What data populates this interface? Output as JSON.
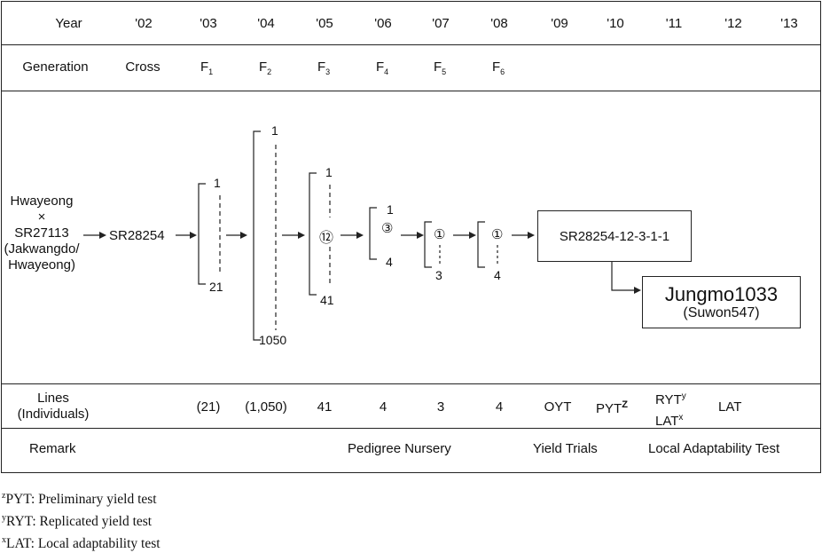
{
  "header": {
    "year_label": "Year",
    "years": [
      "'02",
      "'03",
      "'04",
      "'05",
      "'06",
      "'07",
      "'08",
      "'09",
      "'10",
      "'11",
      "'12",
      "'13"
    ]
  },
  "generation": {
    "label": "Generation",
    "cross": "Cross",
    "f_prefix": "F",
    "f_subs": [
      "1",
      "2",
      "3",
      "4",
      "5",
      "6"
    ]
  },
  "diagram": {
    "parent_line1": "Hwayeong",
    "parent_cross": "×",
    "parent_line2": "SR27113",
    "parent_line3": "(Jakwangdo/",
    "parent_line4": "Hwayeong)",
    "cross_name": "SR28254",
    "f1": {
      "top": "1",
      "bottom": "21"
    },
    "f2": {
      "top": "1",
      "bottom": "1050"
    },
    "f3": {
      "top": "1",
      "bottom": "41",
      "selected": "⑫"
    },
    "f4": {
      "top": "1",
      "bottom": "4",
      "selected": "③"
    },
    "f5": {
      "bottom": "3",
      "selected": "①"
    },
    "f6": {
      "bottom": "4",
      "selected": "①"
    },
    "line_name": "SR28254-12-3-1-1",
    "variety_name": "Jungmo1033",
    "variety_alias": "(Suwon547)"
  },
  "lines": {
    "label_line1": "Lines",
    "label_line2": "(Individuals)",
    "values": [
      "(21)",
      "(1,050)",
      "41",
      "4",
      "3",
      "4"
    ],
    "oyt": "OYT",
    "pyt": "PYT",
    "pyt_sup": "Z",
    "ryt": "RYT",
    "ryt_sup": "y",
    "lat_small": "LAT",
    "lat_small_sup": "x",
    "lat": "LAT"
  },
  "remark": {
    "label": "Remark",
    "pedigree": "Pedigree Nursery",
    "yield": "Yield Trials",
    "local": "Local Adaptability Test"
  },
  "footnotes": [
    {
      "sup": "z",
      "text": "PYT: Preliminary yield test"
    },
    {
      "sup": "y",
      "text": "RYT: Replicated yield test"
    },
    {
      "sup": "x",
      "text": "LAT: Local adaptability test"
    }
  ]
}
